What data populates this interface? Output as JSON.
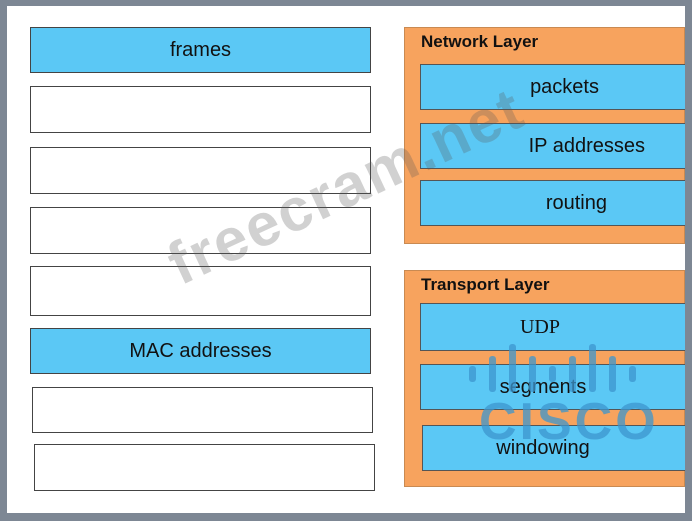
{
  "left_column": {
    "slots": [
      {
        "label": "frames",
        "filled": true
      },
      {
        "label": "",
        "filled": false
      },
      {
        "label": "",
        "filled": false
      },
      {
        "label": "",
        "filled": false
      },
      {
        "label": "",
        "filled": false
      },
      {
        "label": "MAC addresses",
        "filled": true
      },
      {
        "label": "",
        "filled": false
      },
      {
        "label": "",
        "filled": false
      }
    ]
  },
  "network_layer": {
    "title": "Network Layer",
    "items": [
      "packets",
      "IP addresses",
      "routing"
    ]
  },
  "transport_layer": {
    "title": "Transport Layer",
    "items": [
      "UDP",
      "segments",
      "windowing"
    ]
  },
  "watermark": {
    "text": "freecram.net"
  },
  "logo": {
    "name": "cisco-logo",
    "text": "CISCO"
  },
  "colors": {
    "chip_blue": "#5bc8f5",
    "group_orange": "#f7a35e",
    "frame_gray": "#7d8794"
  }
}
